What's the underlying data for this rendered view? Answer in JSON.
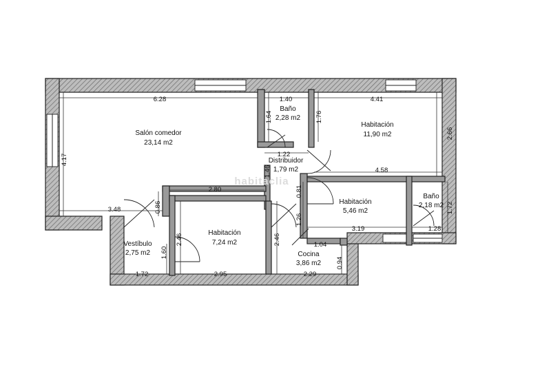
{
  "watermark": "habitaclia",
  "rooms": [
    {
      "name": "Salón comedor",
      "area": "23,14 m2"
    },
    {
      "name": "Baño",
      "area": "2,28 m2"
    },
    {
      "name": "Habitación",
      "area": "11,90 m2"
    },
    {
      "name": "Distribuidor",
      "area": "1,79 m2"
    },
    {
      "name": "Habitación",
      "area": "5,46 m2"
    },
    {
      "name": "Baño",
      "area": "2,18 m2"
    },
    {
      "name": "Vestíbulo",
      "area": "2,75 m2"
    },
    {
      "name": "Habitación",
      "area": "7,24 m2"
    },
    {
      "name": "Cocina",
      "area": "3,86 m2"
    }
  ],
  "dimensions": {
    "salon_width": "6.28",
    "salon_height": "4.17",
    "bano1_width": "1.40",
    "bano1_height": "1.64",
    "bano1_side": "1.76",
    "hab1_width": "4.41",
    "hab1_height": "2.66",
    "dist_width": "1.22",
    "dist_height": "1.46",
    "hab2_top": "4.58",
    "hall_width": "2.80",
    "salon_bottom": "3.48",
    "vest_door": "0.86",
    "dist_small": "0.81",
    "hab2_side": "1.26",
    "hab2_width": "3.19",
    "bano2_width": "1.28",
    "bano2_height": "1.72",
    "hab3_side_left": "2.46",
    "hab3_side_right": "2.46",
    "vest_height": "1.60",
    "vest_width": "1.72",
    "hab3_width": "2.95",
    "cocina_width": "2.29",
    "cocina_top": "1.04",
    "cocina_side": "0.94"
  }
}
